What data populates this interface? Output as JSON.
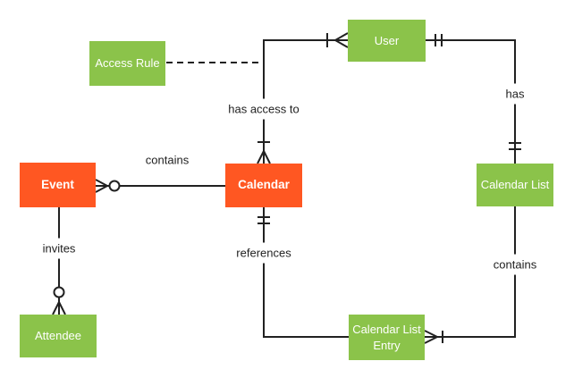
{
  "diagram": {
    "type": "entity-relationship",
    "notation": "crow-foot",
    "entities": [
      {
        "id": "access-rule",
        "label": "Access Rule",
        "color_role": "green"
      },
      {
        "id": "user",
        "label": "User",
        "color_role": "green"
      },
      {
        "id": "event",
        "label": "Event",
        "color_role": "orange"
      },
      {
        "id": "calendar",
        "label": "Calendar",
        "color_role": "orange"
      },
      {
        "id": "calendar-list",
        "label": "Calendar List",
        "color_role": "green"
      },
      {
        "id": "attendee",
        "label": "Attendee",
        "color_role": "green"
      },
      {
        "id": "calendar-list-entry",
        "label": "Calendar List Entry",
        "color_role": "green"
      }
    ],
    "relationships": [
      {
        "label": "has access to",
        "from": "User",
        "to": "Calendar",
        "from_cardinality": "one-or-many",
        "to_cardinality": "one-or-many",
        "style": "solid"
      },
      {
        "label": "has",
        "from": "User",
        "to": "Calendar List",
        "from_cardinality": "one-and-only-one",
        "to_cardinality": "one-and-only-one",
        "style": "solid"
      },
      {
        "label": "contains",
        "from": "Calendar",
        "to": "Event",
        "from_cardinality": "none",
        "to_cardinality": "zero-or-many",
        "style": "solid"
      },
      {
        "label": "invites",
        "from": "Event",
        "to": "Attendee",
        "from_cardinality": "none",
        "to_cardinality": "zero-or-many",
        "style": "solid"
      },
      {
        "label": "references",
        "from": "Calendar",
        "to": "Calendar List Entry",
        "from_cardinality": "one-and-only-one",
        "to_cardinality": "none",
        "style": "solid"
      },
      {
        "label": "contains",
        "from": "Calendar List",
        "to": "Calendar List Entry",
        "from_cardinality": "none",
        "to_cardinality": "one-or-many",
        "style": "solid"
      },
      {
        "label": "",
        "from": "Access Rule",
        "to": "has access to",
        "from_cardinality": "none",
        "to_cardinality": "none",
        "style": "dashed"
      }
    ]
  },
  "colors": {
    "entity_green": "#8bc34a",
    "entity_orange": "#ff5722",
    "line_color": "#212121",
    "label_text_color": "#212121",
    "entity_text_color": "#ffffff",
    "background": "#ffffff"
  }
}
